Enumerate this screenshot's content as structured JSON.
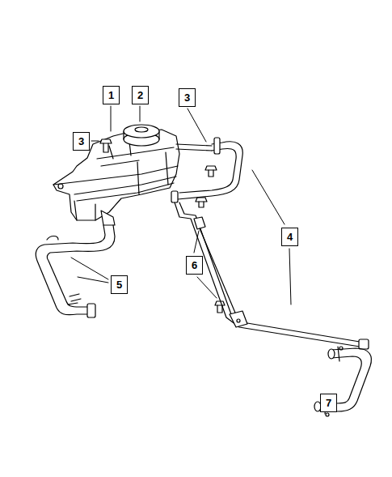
{
  "diagram": {
    "nodes": [
      {
        "text": [
          "1"
        ]
      },
      {
        "text": [
          "2"
        ]
      },
      {
        "text": [
          "3"
        ]
      },
      {
        "text": [
          "3"
        ]
      },
      {
        "text": [
          "4"
        ]
      },
      {
        "text": [
          "6"
        ]
      },
      {
        "text": [
          "5"
        ]
      },
      {
        "text": [
          "7"
        ]
      }
    ]
  }
}
